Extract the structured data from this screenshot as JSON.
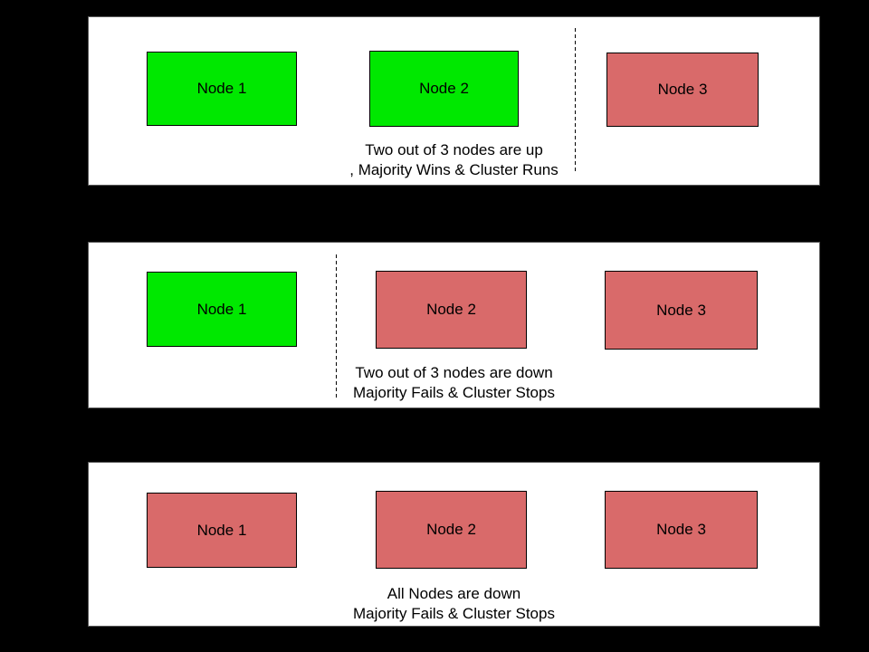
{
  "canvas": {
    "background": "#000000",
    "panel_background": "#ffffff"
  },
  "colors": {
    "node_up": "#00e800",
    "node_down": "#d96a6a",
    "node_border": "#000000",
    "panel_border": "#595959",
    "divider": "#000000"
  },
  "panels": [
    {
      "id": "majority-up",
      "nodes": [
        {
          "label": "Node 1",
          "status": "up"
        },
        {
          "label": "Node 2",
          "status": "up"
        },
        {
          "label": "Node 3",
          "status": "down"
        }
      ],
      "divider_after_node": 2,
      "caption_line1": "Two out of 3 nodes are up",
      "caption_line2": ", Majority Wins & Cluster Runs"
    },
    {
      "id": "majority-down",
      "nodes": [
        {
          "label": "Node 1",
          "status": "up"
        },
        {
          "label": "Node 2",
          "status": "down"
        },
        {
          "label": "Node 3",
          "status": "down"
        }
      ],
      "divider_after_node": 1,
      "caption_line1": "Two out of 3 nodes are down",
      "caption_line2": "Majority Fails & Cluster Stops"
    },
    {
      "id": "all-down",
      "nodes": [
        {
          "label": "Node 1",
          "status": "down"
        },
        {
          "label": "Node 2",
          "status": "down"
        },
        {
          "label": "Node 3",
          "status": "down"
        }
      ],
      "divider_after_node": null,
      "caption_line1": "All Nodes are down",
      "caption_line2": "Majority Fails & Cluster Stops"
    }
  ]
}
